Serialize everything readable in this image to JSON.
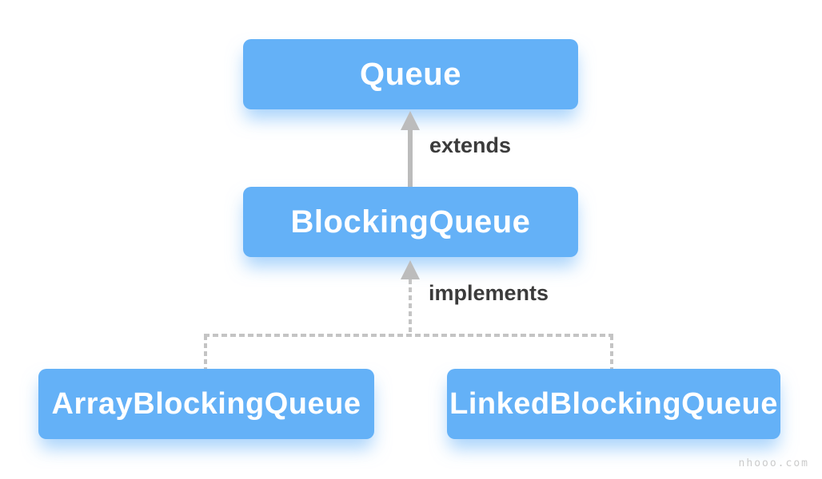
{
  "diagram": {
    "nodes": {
      "queue": {
        "label": "Queue"
      },
      "blocking_queue": {
        "label": "BlockingQueue"
      },
      "array_blocking_queue": {
        "label": "ArrayBlockingQueue"
      },
      "linked_blocking_queue": {
        "label": "LinkedBlockingQueue"
      }
    },
    "edges": {
      "extends": {
        "label": "extends",
        "style": "solid"
      },
      "implements": {
        "label": "implements",
        "style": "dashed"
      }
    },
    "colors": {
      "node_fill": "#64b1f7",
      "node_text": "#ffffff",
      "node_glow": "rgba(100,177,247,0.55)",
      "edge_label_text": "#3b3b3b",
      "arrow_solid": "#bcbcbc",
      "arrow_dashed": "#c4c4c4",
      "background": "#ffffff",
      "watermark_text_color": "#cbcbcb"
    },
    "watermark": "nhooo.com"
  }
}
